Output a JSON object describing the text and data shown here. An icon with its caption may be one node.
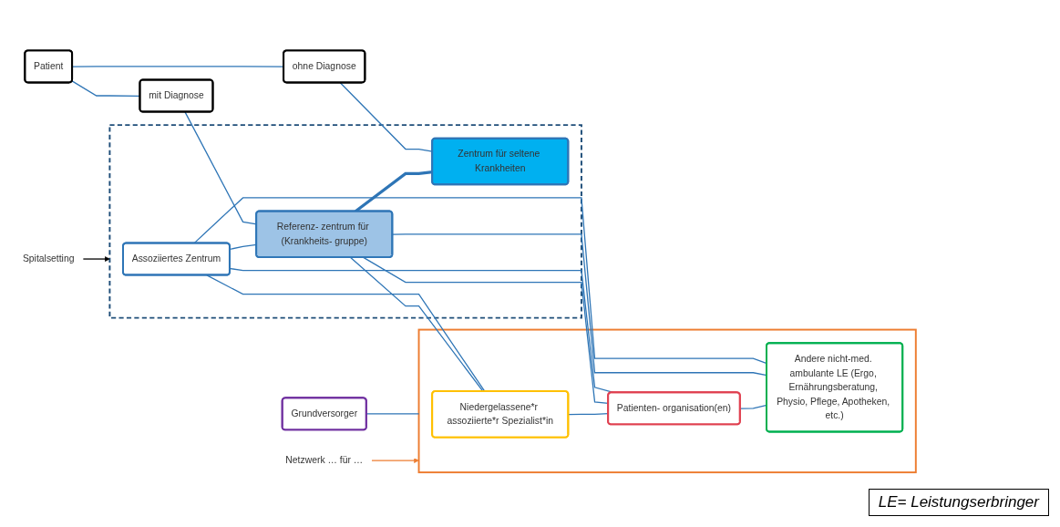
{
  "diagram": {
    "nodes": [
      {
        "text": [
          "Patient"
        ]
      },
      {
        "text": [
          "mit Diagnose"
        ]
      },
      {
        "text": [
          "ohne Diagnose"
        ]
      },
      {
        "text": [],
        "shape": "box"
      },
      {
        "text": [],
        "shape": "box"
      },
      {
        "text": [
          "Assoziiertes Zentrum"
        ],
        "in": 4
      },
      {
        "text": [
          "Referenz- zentrum für (Krankheits- gruppe)"
        ],
        "in": 4
      },
      {
        "text": [
          "Zentrum für seltene Krankheiten"
        ],
        "in": 4
      },
      {
        "text": [
          "Niedergelassene*r assoziierte*r Spezialist*in"
        ],
        "in": 3
      },
      {
        "text": [
          "Patienten- organisation(en)"
        ],
        "in": 3
      },
      {
        "text": [
          "Andere nicht-med. ambulante LE (Ergo, Ernährungsberatung, Physio, Pflege, Apotheken, etc.)"
        ],
        "in": 3
      },
      {
        "text": [
          "Grundversorger"
        ]
      },
      {
        "text": [
          "Netzwerk … für …"
        ]
      },
      {
        "text": [
          "Spitalsetting"
        ]
      }
    ],
    "edges": [
      {
        "from": 0,
        "to": 1,
        "arrow": "none"
      },
      {
        "from": 0,
        "to": 2,
        "arrow": "none"
      },
      {
        "from": 1,
        "to": 6,
        "arrow": "none"
      },
      {
        "from": 2,
        "to": 7,
        "arrow": "none"
      },
      {
        "from": 5,
        "to": 6,
        "arrow": "none"
      },
      {
        "from": 6,
        "to": 7,
        "arrow": "none",
        "style": "thick"
      },
      {
        "from": 5,
        "to": 8,
        "arrow": "none"
      },
      {
        "from": 5,
        "to": 9,
        "arrow": "none"
      },
      {
        "from": 5,
        "to": 10,
        "arrow": "none"
      },
      {
        "from": 6,
        "to": 8,
        "arrow": "none"
      },
      {
        "from": 6,
        "to": 9,
        "arrow": "none"
      },
      {
        "from": 6,
        "to": 10,
        "arrow": "none"
      },
      {
        "from": 8,
        "to": 9,
        "arrow": "none"
      },
      {
        "from": 9,
        "to": 10,
        "arrow": "none"
      },
      {
        "from": 11,
        "to": 3,
        "arrow": "none"
      },
      {
        "from": 12,
        "to": 3,
        "arrow": "to",
        "color": "#ed7d31"
      },
      {
        "from": 13,
        "to": 4,
        "arrow": "to",
        "color": "#000000"
      }
    ],
    "labels": [
      "LE= Leistungserbringer"
    ]
  }
}
